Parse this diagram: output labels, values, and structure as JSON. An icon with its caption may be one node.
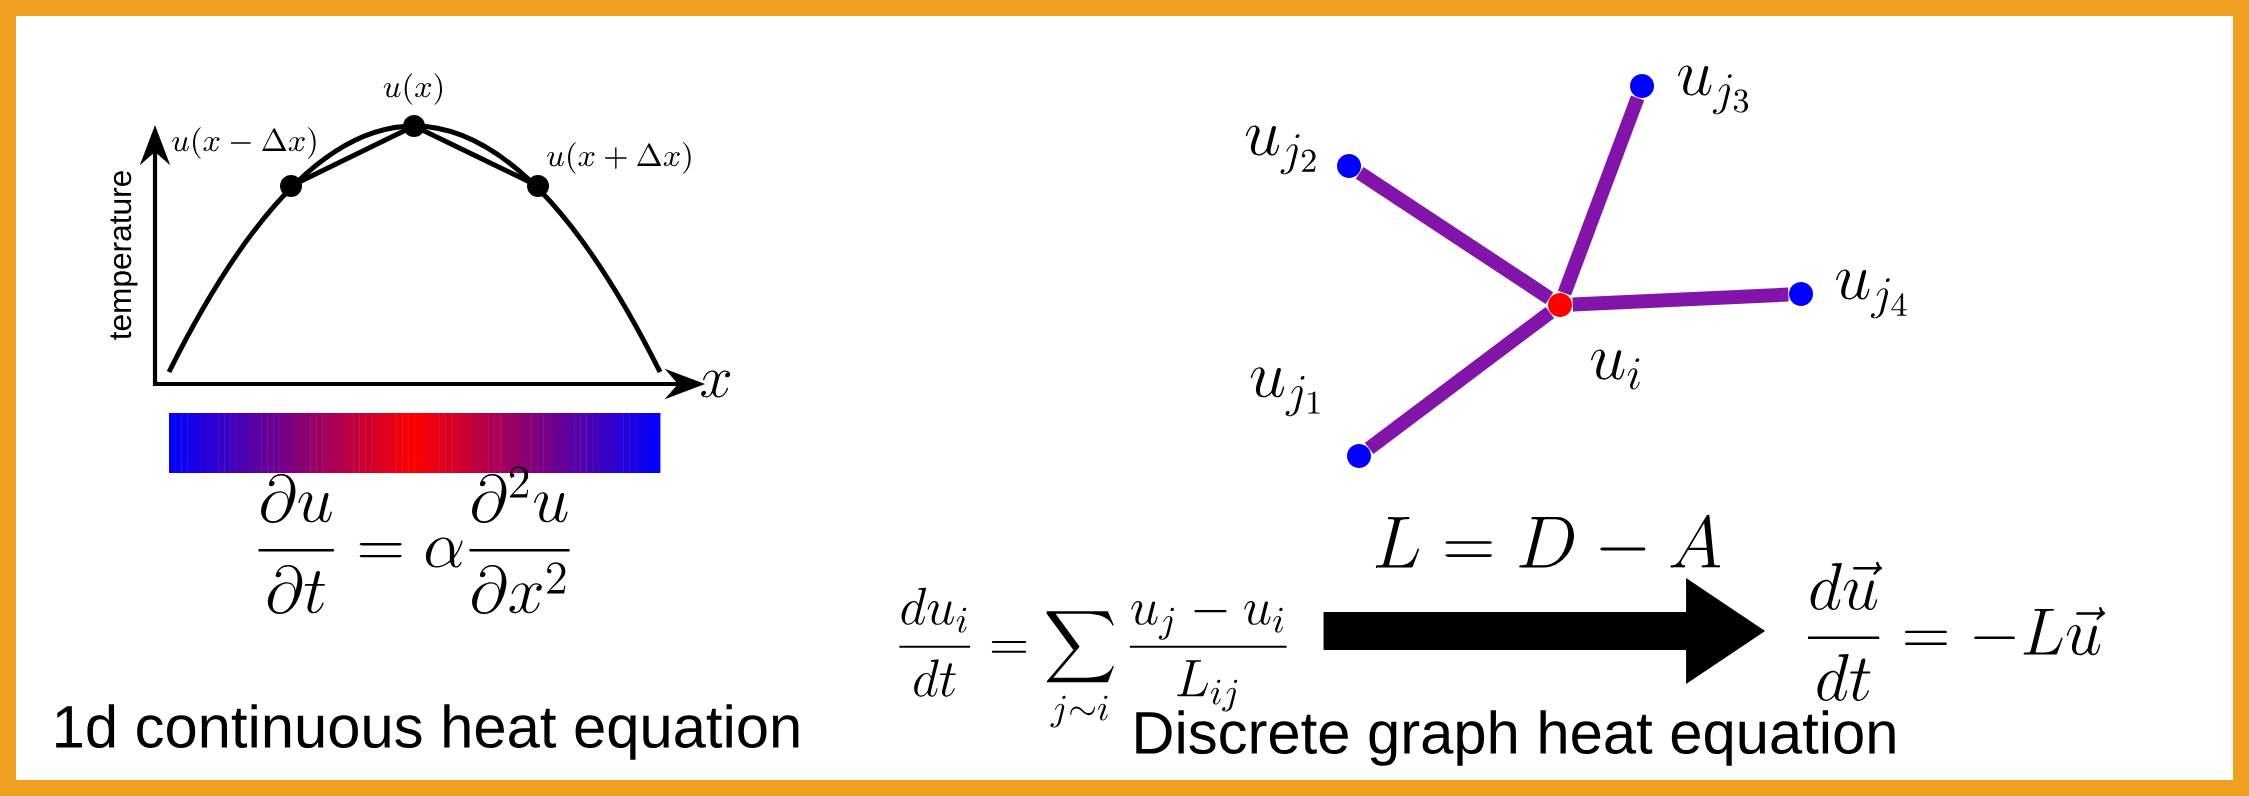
{
  "diagram": {
    "nodes": [
      {
        "text": [],
        "shape": "circle",
        "beside": [
          "u_i"
        ]
      },
      {
        "text": [],
        "shape": "circle",
        "beside": [
          "u_{j_1}"
        ]
      },
      {
        "text": [],
        "shape": "circle",
        "beside": [
          "u_{j_2}"
        ]
      },
      {
        "text": [],
        "shape": "circle",
        "beside": [
          "u_{j_3}"
        ]
      },
      {
        "text": [],
        "shape": "circle",
        "beside": [
          "u_{j_4}"
        ]
      },
      {
        "text": [
          "\\frac{du_i}{dt} = \\sum_{j \\sim i} \\frac{u_j - u_i}{L_{ij}}"
        ]
      },
      {
        "text": [
          "\\frac{d\\vec{u}}{dt} = -L\\vec{u}"
        ]
      }
    ],
    "edges": [
      {
        "from": 0,
        "to": 1,
        "arrow": "none"
      },
      {
        "from": 0,
        "to": 2,
        "arrow": "none"
      },
      {
        "from": 0,
        "to": 3,
        "arrow": "none"
      },
      {
        "from": 0,
        "to": 4,
        "arrow": "none"
      },
      {
        "from": 5,
        "to": 6,
        "arrow": "to",
        "style": "thick",
        "color": "#000000",
        "label": "L = D - A"
      }
    ],
    "labels": [
      "u(x)",
      "u(x - \\Delta x)",
      "u(x + \\Delta x)",
      "temperature",
      "x",
      "\\frac{\\partial u}{\\partial t} = \\alpha \\frac{\\partial^2 u}{\\partial x^2}",
      "1d continuous heat equation",
      "Discrete graph heat equation"
    ]
  }
}
